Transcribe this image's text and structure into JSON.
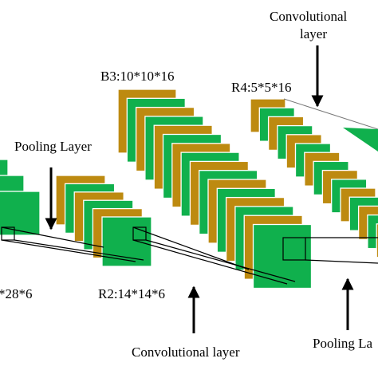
{
  "colors": {
    "green": "#10b04d",
    "gold": "#bd8a10",
    "white": "#ffffff",
    "line": "#000000",
    "background": "#ffffff"
  },
  "labels": {
    "conv_top_line1": "Convolutional",
    "conv_top_line2": "layer",
    "b3": "B3:10*10*16",
    "r4": "R4:5*5*16",
    "pooling_left": "Pooling Layer",
    "c1_partial": "*28*6",
    "r2": "R2:14*14*6",
    "conv_bottom": "Convolutional layer",
    "pooling_bottom": "Pooling La"
  },
  "stacks": [
    {
      "name": "stack-c1",
      "count": 3,
      "colors": [
        "green",
        "green",
        "green"
      ]
    },
    {
      "name": "stack-r2",
      "count": 6,
      "colors": [
        "gold",
        "green",
        "gold",
        "green",
        "gold",
        "green"
      ]
    },
    {
      "name": "stack-b3",
      "count": 16,
      "colors": [
        "gold",
        "green",
        "gold",
        "green",
        "gold",
        "green",
        "gold",
        "green",
        "gold",
        "green",
        "gold",
        "green",
        "gold",
        "green",
        "gold",
        "green"
      ]
    },
    {
      "name": "stack-r4",
      "count": 16,
      "colors": [
        "gold",
        "green",
        "gold",
        "green",
        "gold",
        "green",
        "gold",
        "green",
        "gold",
        "green",
        "gold",
        "green",
        "gold",
        "green",
        "gold",
        "green"
      ]
    }
  ],
  "arrows": [
    {
      "name": "arrow-convolutional-top",
      "direction": "down"
    },
    {
      "name": "arrow-pooling-left",
      "direction": "down"
    },
    {
      "name": "arrow-convolutional-bottom",
      "direction": "up"
    },
    {
      "name": "arrow-pooling-bottom",
      "direction": "up"
    }
  ]
}
